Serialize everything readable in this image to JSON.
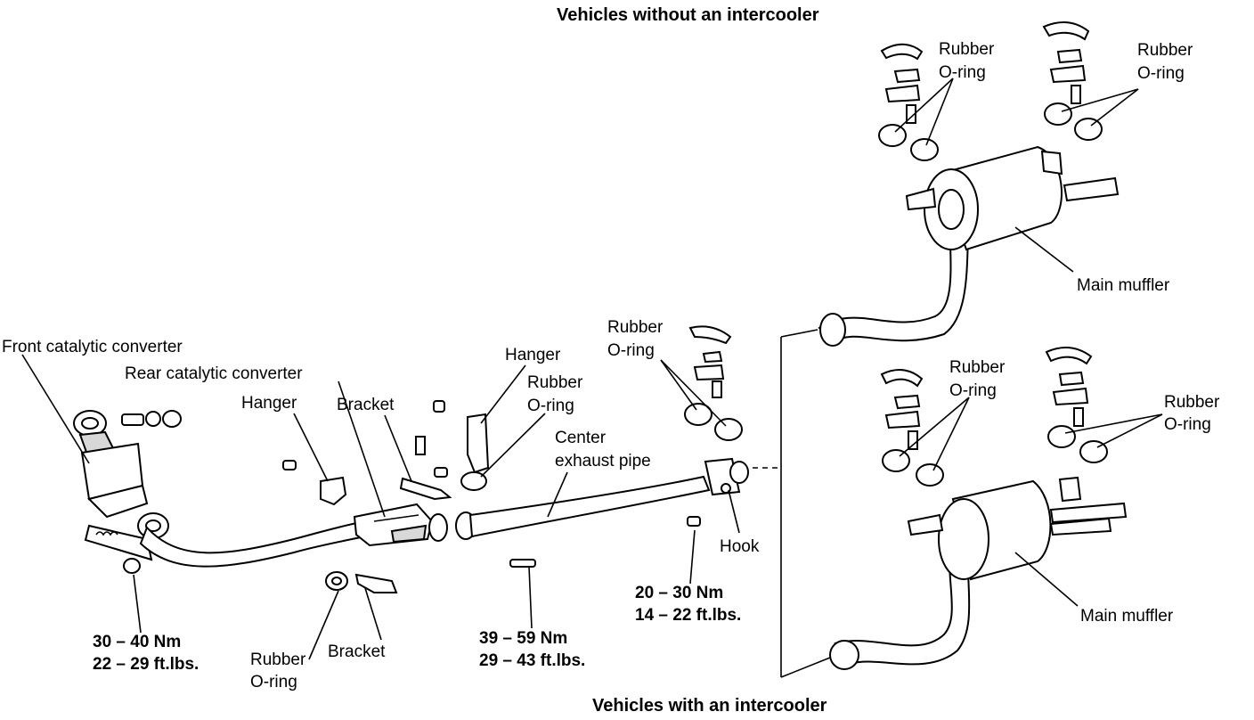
{
  "headers": {
    "top": "Vehicles without an intercooler",
    "bottom": "Vehicles with an intercooler"
  },
  "labels": {
    "front_cat": "Front catalytic converter",
    "rear_cat": "Rear catalytic converter",
    "hanger_left": "Hanger",
    "bracket_mid": "Bracket",
    "hanger_mid": "Hanger",
    "rubber_mid": [
      "Rubber",
      "O-ring"
    ],
    "center_pipe": [
      "Center",
      "exhaust pipe"
    ],
    "rubber_center": [
      "Rubber",
      "O-ring"
    ],
    "hook": "Hook",
    "rubber_top1": [
      "Rubber",
      "O-ring"
    ],
    "rubber_top2": [
      "Rubber",
      "O-ring"
    ],
    "main_muffler_top": "Main muffler",
    "rubber_bot1": [
      "Rubber",
      "O-ring"
    ],
    "rubber_bot2": [
      "Rubber",
      "O-ring"
    ],
    "main_muffler_bottom": "Main muffler",
    "rubber_lower": [
      "Rubber",
      "O-ring"
    ],
    "bracket_lower": "Bracket"
  },
  "torques": {
    "t1": [
      "30 – 40 Nm",
      "22 – 29 ft.lbs."
    ],
    "t2": [
      "39 – 59 Nm",
      "29 – 43 ft.lbs."
    ],
    "t3": [
      "20 – 30 Nm",
      "14 – 22 ft.lbs."
    ]
  }
}
